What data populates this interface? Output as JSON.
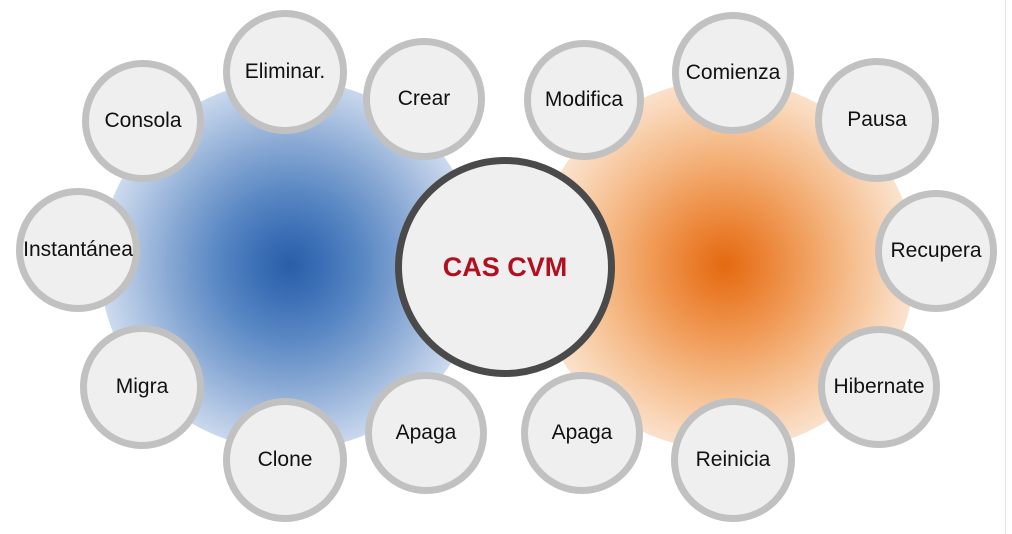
{
  "center": {
    "label": "CAS CVM",
    "color": "#b01020"
  },
  "left_group": {
    "glow_color": "#2a5ea8",
    "operations": [
      "Eliminar.",
      "Crear",
      "Consola",
      "Instantánea",
      "Migra",
      "Clone",
      "Apaga"
    ]
  },
  "right_group": {
    "glow_color": "#e36a10",
    "operations": [
      "Modifica",
      "Comienza",
      "Pausa",
      "Recupera",
      "Hibernate",
      "Reinicia",
      "Apaga"
    ]
  }
}
